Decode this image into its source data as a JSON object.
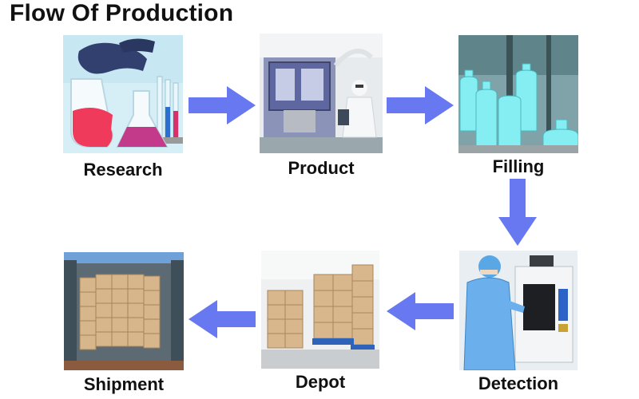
{
  "title": "Flow Of Production",
  "steps": [
    {
      "label": "Research",
      "icon": "lab-flask-icon"
    },
    {
      "label": "Product",
      "icon": "factory-machine-icon"
    },
    {
      "label": "Filling",
      "icon": "bottle-filling-icon"
    },
    {
      "label": "Detection",
      "icon": "test-chamber-icon"
    },
    {
      "label": "Depot",
      "icon": "warehouse-boxes-icon"
    },
    {
      "label": "Shipment",
      "icon": "shipping-container-icon"
    }
  ],
  "colors": {
    "arrow": "#6878f0",
    "text": "#111111"
  }
}
